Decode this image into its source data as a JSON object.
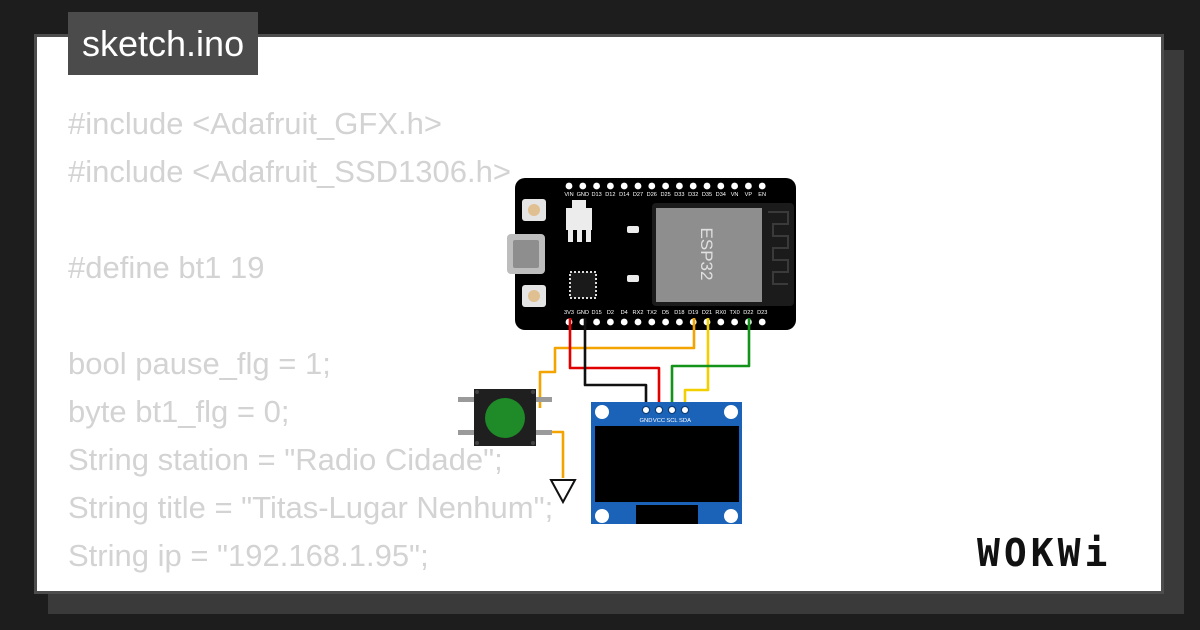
{
  "file_tab": {
    "label": "sketch.ino"
  },
  "code_lines": [
    "#include <Adafruit_GFX.h>",
    "#include <Adafruit_SSD1306.h>",
    "",
    "#define bt1 19",
    "",
    "bool pause_flg = 1;",
    "byte bt1_flg = 0;",
    "String station = \"Radio Cidade\";",
    "String title = \"Titas-Lugar Nenhum\";",
    "String ip = \"192.168.1.95\";"
  ],
  "esp32": {
    "chip_label": "ESP32",
    "top_pins": [
      "VIN",
      "GND",
      "D13",
      "D12",
      "D14",
      "D27",
      "D26",
      "D25",
      "D33",
      "D32",
      "D35",
      "D34",
      "VN",
      "VP",
      "EN"
    ],
    "bottom_pins": [
      "3V3",
      "GND",
      "D15",
      "D2",
      "D4",
      "RX2",
      "TX2",
      "D5",
      "D18",
      "D19",
      "D21",
      "RX0",
      "TX0",
      "D22",
      "D23"
    ]
  },
  "oled": {
    "pins": [
      "GND",
      "VCC",
      "SCL",
      "SDA"
    ]
  },
  "brand": {
    "logo": "WOKWi"
  },
  "colors": {
    "wire_red": "#e00000",
    "wire_black": "#111111",
    "wire_orange": "#f3a400",
    "wire_yellow": "#f2d000",
    "wire_green": "#14931b",
    "button_green": "#1e8a28",
    "oled_board": "#1a63b8"
  }
}
